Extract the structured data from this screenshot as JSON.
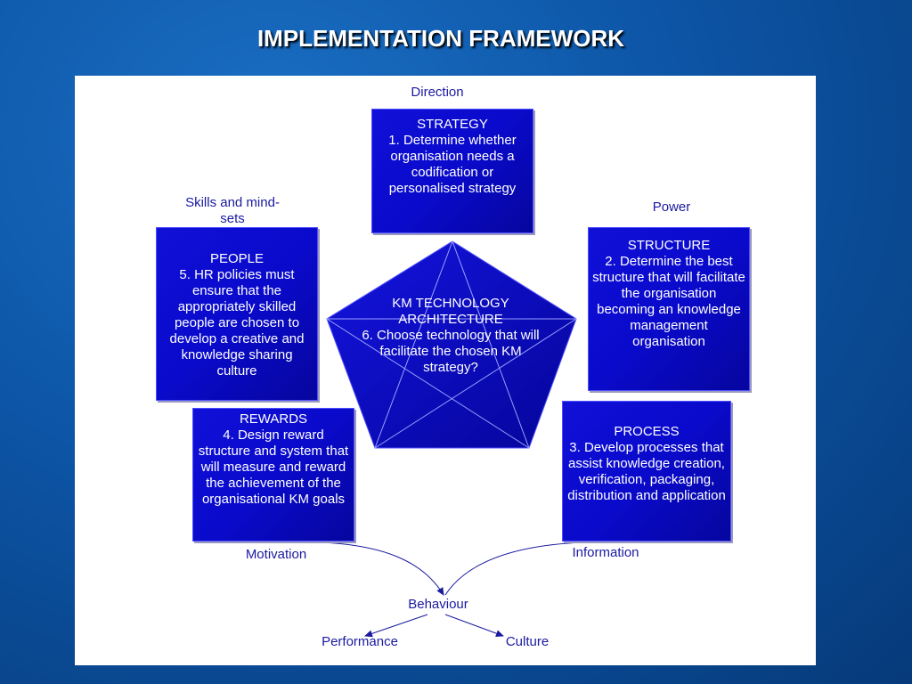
{
  "title": "IMPLEMENTATION FRAMEWORK",
  "labels": {
    "direction": "Direction",
    "skills": "Skills and mind-\nsets",
    "power": "Power",
    "motivation": "Motivation",
    "information": "Information",
    "behaviour": "Behaviour",
    "performance": "Performance",
    "culture": "Culture"
  },
  "boxes": {
    "strategy": {
      "head": "STRATEGY",
      "body": "1. Determine whether organisation needs a codification or personalised strategy"
    },
    "structure": {
      "head": "STRUCTURE",
      "body": "2. Determine the best structure that will facilitate the organisation becoming an knowledge management organisation"
    },
    "process": {
      "head": "PROCESS",
      "body": "3. Develop processes that assist knowledge creation, verification, packaging, distribution and application"
    },
    "rewards": {
      "head": "REWARDS",
      "body": "4. Design reward structure and system that will measure and reward the achievement of the organisational KM goals"
    },
    "people": {
      "head": "PEOPLE",
      "body": "5. HR policies must ensure that the appropriately skilled people are chosen to develop a creative and knowledge sharing culture"
    }
  },
  "center": {
    "head": "KM TECHNOLOGY ARCHITECTURE",
    "body": "6. Choose technology that will facilitate the chosen KM strategy?"
  },
  "colors": {
    "background": "#0d55a6",
    "box_fill": "#0a0acc",
    "label_text": "#1a1aa0"
  }
}
